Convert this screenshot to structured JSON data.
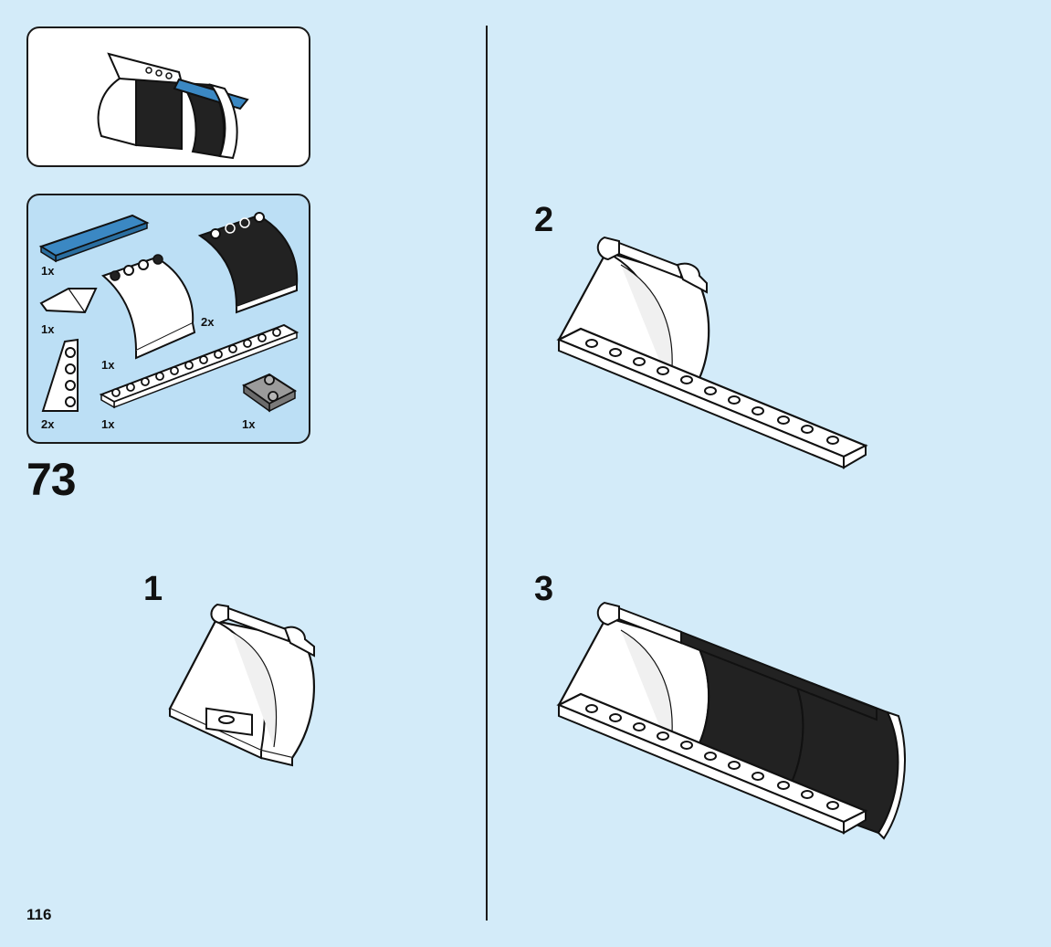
{
  "page_number": "116",
  "main_step": "73",
  "parts": [
    {
      "qty": "1x",
      "name": "blue-tile"
    },
    {
      "qty": "1x",
      "name": "white-wedge-slope"
    },
    {
      "qty": "2x",
      "name": "white-wedge-plate"
    },
    {
      "qty": "1x",
      "name": "white-curved-panel"
    },
    {
      "qty": "2x",
      "name": "black-curved-panel"
    },
    {
      "qty": "1x",
      "name": "white-long-plate"
    },
    {
      "qty": "1x",
      "name": "gray-jumper-plate"
    }
  ],
  "substeps": [
    {
      "number": "1"
    },
    {
      "number": "2"
    },
    {
      "number": "3"
    }
  ],
  "colors": {
    "background": "#d3ebf9",
    "parts_box": "#bcdff5",
    "brick_blue": "#3b88c3",
    "brick_black": "#222222",
    "brick_white": "#ffffff",
    "brick_gray": "#9b9b9b"
  }
}
